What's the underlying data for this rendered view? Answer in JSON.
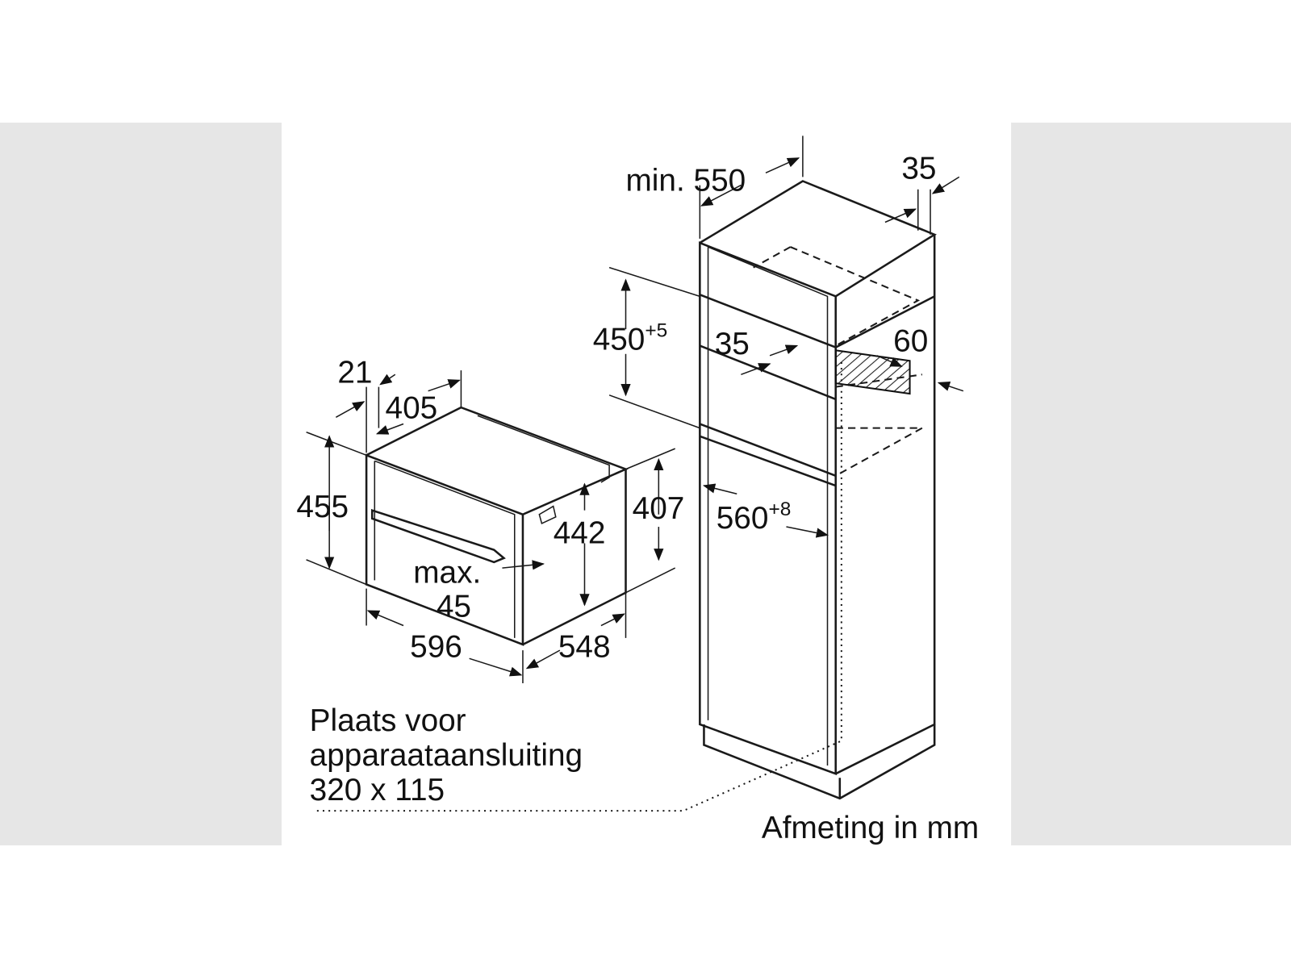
{
  "diagram": {
    "cabinet": {
      "depth_label": "min. 550",
      "back_gap_label": "35",
      "niche_height_main": "450",
      "niche_height_tol": "+5",
      "side_gap_label": "35",
      "vent_label": "60",
      "niche_width_main": "560",
      "niche_width_tol": "+8"
    },
    "oven": {
      "front_thickness": "21",
      "top_depth": "405",
      "height": "455",
      "side_height": "407",
      "inner_height": "442",
      "max_label": "max.",
      "max_value": "45",
      "width": "596",
      "depth": "548"
    },
    "note": {
      "line1": "Plaats voor",
      "line2": "apparaataansluiting",
      "line3": "320 x 115"
    },
    "units_label": "Afmeting in mm"
  }
}
